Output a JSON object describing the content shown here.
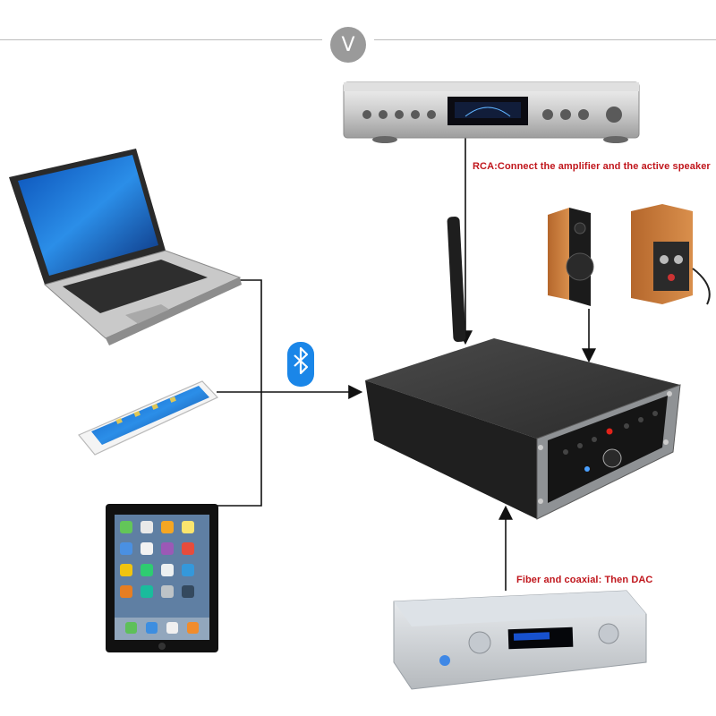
{
  "header": {
    "badge_label": "V"
  },
  "captions": {
    "rca": "RCA:Connect the amplifier and the active speaker",
    "fiber": "Fiber and coaxial: Then DAC"
  },
  "icons": {
    "bluetooth": "bluetooth-icon",
    "bluetooth_color": "#1a86e8"
  },
  "colors": {
    "caption": "#c0161c",
    "line": "#111111"
  }
}
